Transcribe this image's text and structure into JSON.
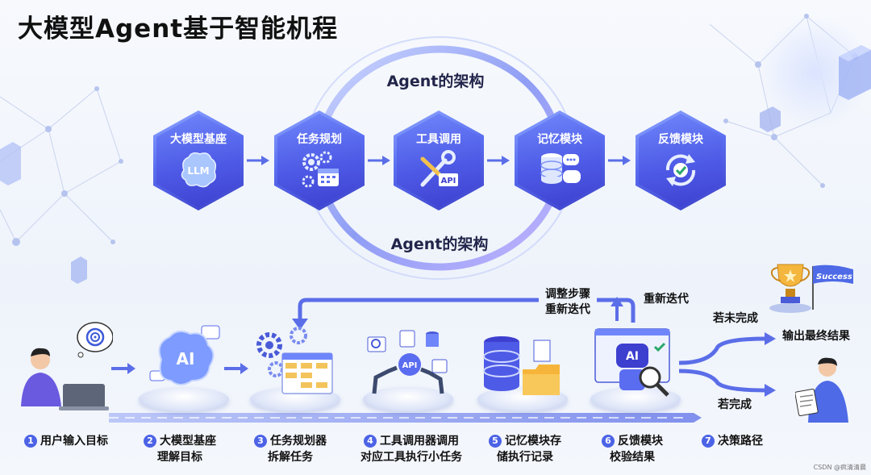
{
  "title": "大模型Agent基于智能机程",
  "architecture": {
    "label_top": "Agent的架构",
    "label_bottom": "Agent的架构",
    "modules": [
      {
        "label": "大模型基座",
        "icon": "brain-llm-icon",
        "icon_text": "LLM"
      },
      {
        "label": "任务规划",
        "icon": "gears-calendar-icon"
      },
      {
        "label": "工具调用",
        "icon": "tools-api-icon",
        "icon_text": "API"
      },
      {
        "label": "记忆模块",
        "icon": "database-chat-icon"
      },
      {
        "label": "反馈模块",
        "icon": "refresh-check-icon"
      }
    ]
  },
  "workflow": {
    "steps": [
      {
        "num": "1",
        "line1": "用户输入目标",
        "line2": ""
      },
      {
        "num": "2",
        "line1": "大模型基座",
        "line2": "理解目标",
        "icon_text": "AI"
      },
      {
        "num": "3",
        "line1": "任务规划器",
        "line2": "拆解任务"
      },
      {
        "num": "4",
        "line1": "工具调用器调用",
        "line2": "对应工具执行小任务",
        "icon_text": "API"
      },
      {
        "num": "5",
        "line1": "记忆模块存",
        "line2": "储执行记录"
      },
      {
        "num": "6",
        "line1": "反馈模块",
        "line2": "校验结果",
        "icon_text": "AI"
      },
      {
        "num": "7",
        "line1": "决策路径",
        "line2": ""
      }
    ],
    "adjust_line1": "调整步骤",
    "adjust_line2": "重新迭代",
    "reiterate": "重新迭代",
    "not_complete": "若未完成",
    "complete": "若完成",
    "final_output": "输出最终结果",
    "flag_text": "Success"
  },
  "watermark": "CSDN @疯清清晨",
  "colors": {
    "accent": "#4c63e6",
    "arrow": "#5b6ee8",
    "hex_dark": "#3d3fcf"
  }
}
